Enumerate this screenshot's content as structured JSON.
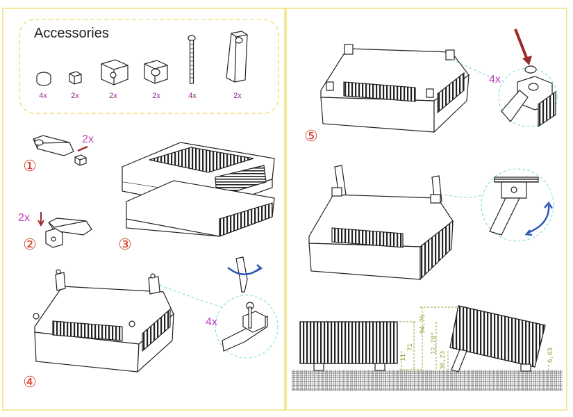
{
  "accessories": {
    "title": "Accessories",
    "items": [
      {
        "icon": "foot-pad-icon",
        "qty": "4x"
      },
      {
        "icon": "small-block-icon",
        "qty": "2x"
      },
      {
        "icon": "corner-bracket-icon",
        "qty": "2x"
      },
      {
        "icon": "square-cap-icon",
        "qty": "2x"
      },
      {
        "icon": "screw-icon",
        "qty": "4x"
      },
      {
        "icon": "tilt-leg-icon",
        "qty": "2x"
      }
    ]
  },
  "steps": [
    {
      "number": "①",
      "multiplier": "2x"
    },
    {
      "number": "②",
      "multiplier": "2x"
    },
    {
      "number": "③"
    },
    {
      "number": "④",
      "multiplier": "4x"
    },
    {
      "number": "⑤",
      "multiplier": "4x"
    }
  ],
  "dimensions": [
    "11",
    "71",
    "94,76",
    "12,70°",
    "36,23",
    "6,63"
  ],
  "colors": {
    "frame": "#f0e27a",
    "step_number": "#d6402a",
    "multiplier": "#c23fc0",
    "arrow": "#9b2a2a",
    "rotate_arrow": "#2f57b8",
    "dimension": "#8aa02a",
    "callout_dash": "#7ad9d9"
  }
}
